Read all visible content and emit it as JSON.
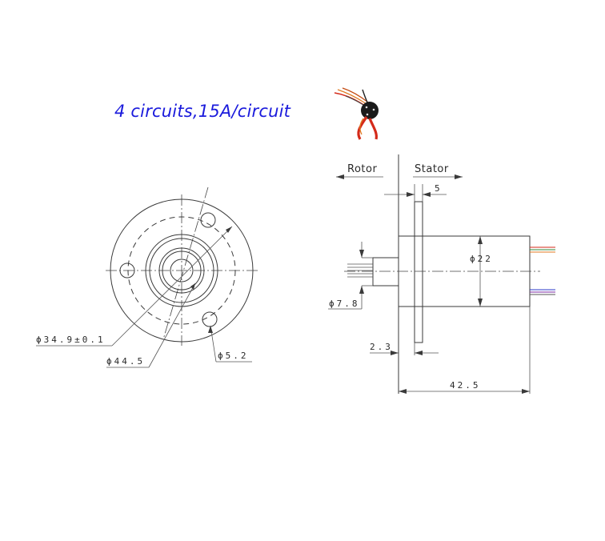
{
  "headline": "4 circuits,15A/circuit",
  "front_view": {
    "labels": {
      "bolt_circle": "ϕ34.9±0.1",
      "flange": "ϕ44.5",
      "hole": "ϕ5.2"
    }
  },
  "side_view": {
    "zones": {
      "rotor": "Rotor",
      "stator": "Stator"
    },
    "labels": {
      "flange_thickness": "5",
      "body_diameter": "ϕ22",
      "rotor_diameter": "ϕ7.8",
      "flange_offset": "2.3",
      "overall_length": "42.5"
    }
  },
  "photo": {
    "icon": "slip-ring-photo"
  },
  "colors": {
    "headline": "#1a1adc",
    "wire_red": "#d42a1a",
    "wire_orange": "#e07a20",
    "wire_green": "#2f8a3a",
    "wire_blue": "#2a3ac8"
  }
}
